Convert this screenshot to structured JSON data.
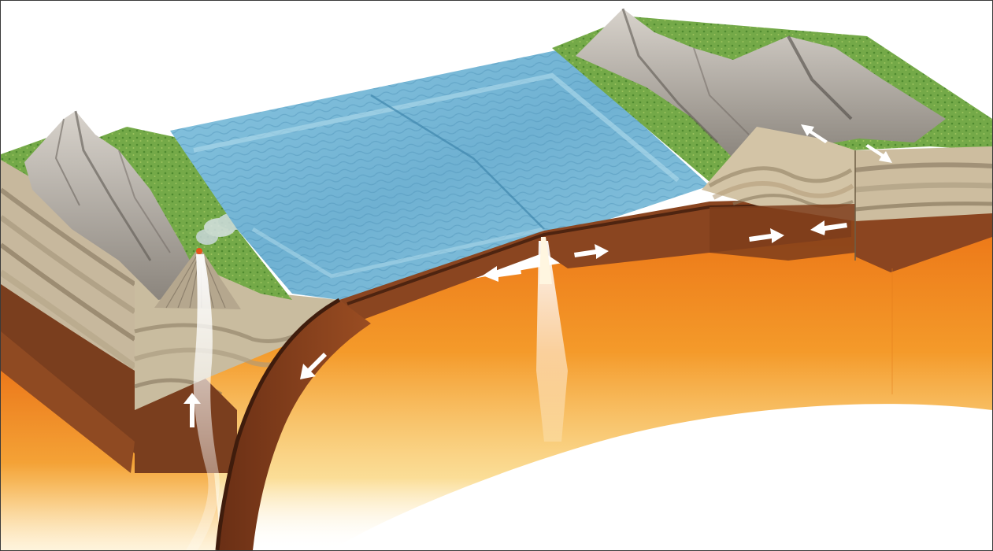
{
  "figure": {
    "subject": "plate-tectonics-block-diagram",
    "style": "watercolor-illustration",
    "regions": {
      "left_continent": "green-plateau-with-mountains",
      "volcano": "erupting-cone-with-smoke",
      "ocean": "ocean-basin",
      "mid_ocean_ridge": "rising-magma-column",
      "subducting_plate": "descending-lithosphere-slab",
      "right_continent": "folded-mountain-range"
    },
    "arrows": [
      {
        "id": "magma-rise",
        "direction": "up"
      },
      {
        "id": "subduction",
        "direction": "down-left"
      },
      {
        "id": "ridge-left",
        "direction": "left"
      },
      {
        "id": "ridge-right",
        "direction": "right"
      },
      {
        "id": "collision-left",
        "direction": "right"
      },
      {
        "id": "collision-right",
        "direction": "left"
      },
      {
        "id": "surface-upper",
        "direction": "up-left"
      },
      {
        "id": "surface-lower",
        "direction": "down-right"
      }
    ],
    "colors": {
      "ocean": "#79b8d6",
      "ocean_dark": "#4e93b8",
      "grass": "#6fa443",
      "rock": "#9a948c",
      "crust_brown": "#7a3e1e",
      "mantle_orange": "#f08a1c",
      "mantle_yellow": "#f7c04a",
      "arrow": "#ffffff"
    }
  }
}
